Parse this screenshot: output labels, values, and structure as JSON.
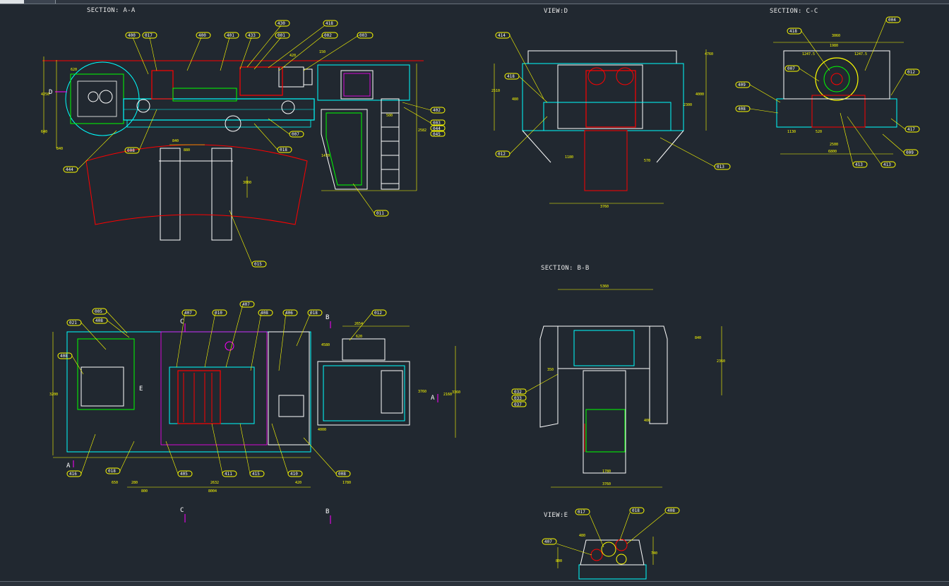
{
  "colors": {
    "background": "#212830",
    "yellow": "#ffff00",
    "cyan": "#00ffff",
    "red": "#ff0000",
    "green": "#00ff00",
    "magenta": "#ff00ff",
    "white": "#ffffff"
  },
  "views": {
    "section_aa": "SECTION: A-A",
    "view_d": "VIEW:D",
    "section_cc": "SECTION: C-C",
    "section_bb": "SECTION: B-B",
    "view_e": "VIEW:E"
  },
  "section_markers": {
    "a_top": "A",
    "a_bottom": "A",
    "b_top": "B",
    "b_bottom": "B",
    "c_top": "C",
    "c_bottom": "C",
    "d": "D",
    "e": "E"
  },
  "callouts": {
    "aa": [
      "400",
      "017",
      "400",
      "401",
      "433",
      "430",
      "001",
      "418",
      "002",
      "003",
      "402",
      "003",
      "044",
      "045",
      "007",
      "018",
      "008",
      "011",
      "015",
      "444"
    ],
    "d": [
      "414",
      "418",
      "012",
      "013"
    ],
    "cc": [
      "418",
      "004",
      "007",
      "012",
      "409",
      "408",
      "417",
      "413",
      "413",
      "009"
    ],
    "plan": [
      "005",
      "408",
      "021",
      "408",
      "407",
      "010",
      "407",
      "408",
      "406",
      "018",
      "012",
      "416",
      "018",
      "405",
      "411",
      "415",
      "410",
      "008"
    ],
    "bb": [
      "032",
      "033",
      "037"
    ],
    "e": [
      "017",
      "018",
      "408",
      "407"
    ]
  },
  "dimensions": {
    "aa": [
      "840",
      "880",
      "3000",
      "2582",
      "500",
      "4250",
      "1470",
      "640",
      "620",
      "150",
      "420",
      "840"
    ],
    "d": [
      "4760",
      "3760",
      "2510",
      "480",
      "4000",
      "1180",
      "570",
      "2300"
    ],
    "cc": [
      "3060",
      "1980",
      "1247.5",
      "1247.5",
      "6800",
      "520",
      "1130",
      "2500"
    ],
    "plan": [
      "2654",
      "620",
      "8004",
      "3200",
      "2160",
      "3360",
      "650",
      "280",
      "800",
      "4000",
      "2632",
      "420",
      "1780",
      "3760",
      "4580"
    ],
    "bb": [
      "5360",
      "3760",
      "1780",
      "2360",
      "350",
      "840",
      "400"
    ],
    "e": [
      "800",
      "480",
      "740"
    ]
  }
}
